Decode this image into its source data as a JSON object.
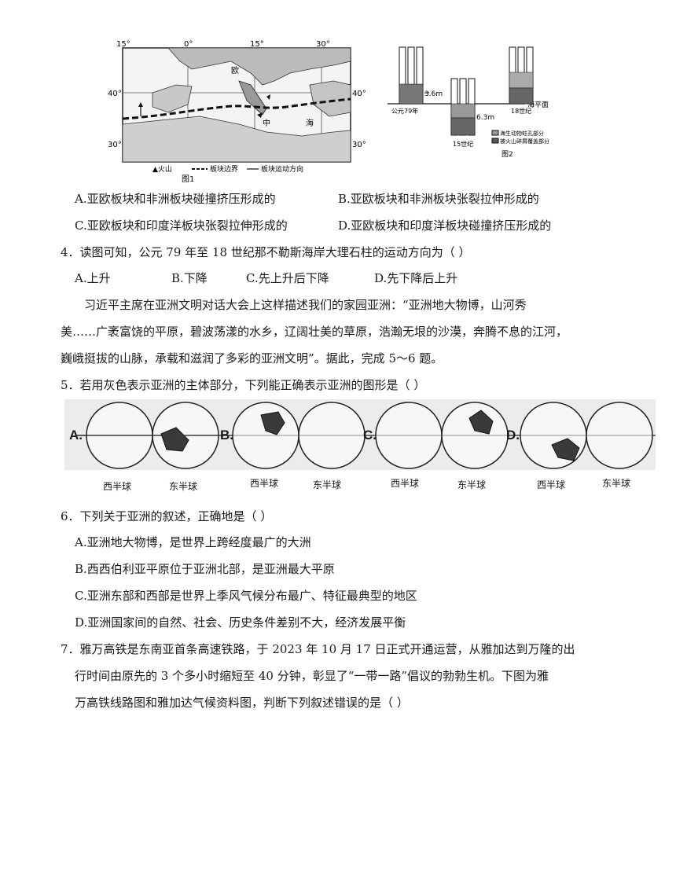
{
  "fig1": {
    "lon_labels": [
      "15°",
      "0°",
      "15°",
      "30°"
    ],
    "lat_labels": [
      "40°",
      "30°",
      "40°",
      "30°"
    ],
    "map_labels": [
      "欧",
      "中",
      "海"
    ],
    "legend": [
      "▲火山",
      "板块边界",
      "板块运动方向"
    ],
    "caption": "图1"
  },
  "fig2": {
    "label_36": "3.6m",
    "label_63": "6.3m",
    "sea_level": "海平面",
    "time_79": "公元79年",
    "time_15": "15世纪",
    "time_18": "18世纪",
    "legend_a": "海生动物蛀孔部分",
    "legend_b": "被火山碎屑覆盖部分",
    "caption": "图2"
  },
  "q3": {
    "a": "A.亚欧板块和非洲板块碰撞挤压形成的",
    "b": "B.亚欧板块和非洲板块张裂拉伸形成的",
    "c": "C.亚欧板块和印度洋板块张裂拉伸形成的",
    "d": "D.亚欧板块和印度洋板块碰撞挤压形成的"
  },
  "q4": {
    "stem": "4．读图可知，公元 79 年至 18 世纪那不勒斯海岸大理石柱的运动方向为（    ）",
    "a": "A.上升",
    "b": "B.下降",
    "c": "C.先上升后下降",
    "d": "D.先下降后上升"
  },
  "passage": {
    "l1": "习近平主席在亚洲文明对话大会上这样描述我们的家园亚洲：“亚洲地大物博，山河秀",
    "l2": "美……广袤富饶的平原，碧波荡漾的水乡，辽阔壮美的草原，浩瀚无垠的沙漠，奔腾不息的江河，",
    "l3": "巍峨挺拔的山脉，承载和滋润了多彩的亚洲文明”。据此，完成 5～6 题。"
  },
  "q5": {
    "stem": "5．若用灰色表示亚洲的主体部分，下列能正确表示亚洲的图形是（    ）",
    "letters": [
      "A.",
      "B.",
      "C.",
      "D."
    ],
    "west": "西半球",
    "east": "东半球"
  },
  "q6": {
    "stem": "6．下列关于亚洲的叙述，正确地是（    ）",
    "a": "A.亚洲地大物博，是世界上跨经度最广的大洲",
    "b": "B.西西伯利亚平原位于亚洲北部，是亚洲最大平原",
    "c": "C.亚洲东部和西部是世界上季风气候分布最广、特征最典型的地区",
    "d": "D.亚洲国家间的自然、社会、历史条件差别不大，经济发展平衡"
  },
  "q7": {
    "l1": "7．雅万高铁是东南亚首条高速铁路，于 2023 年 10 月 17 日正式开通运营，从雅加达到万隆的出",
    "l2": "行时间由原先的 3 个多小时缩短至 40 分钟，彰显了“一带一路”倡议的勃勃生机。下图为雅",
    "l3": "万高铁线路图和雅加达气候资料图，判断下列叙述错误的是（    ）"
  }
}
